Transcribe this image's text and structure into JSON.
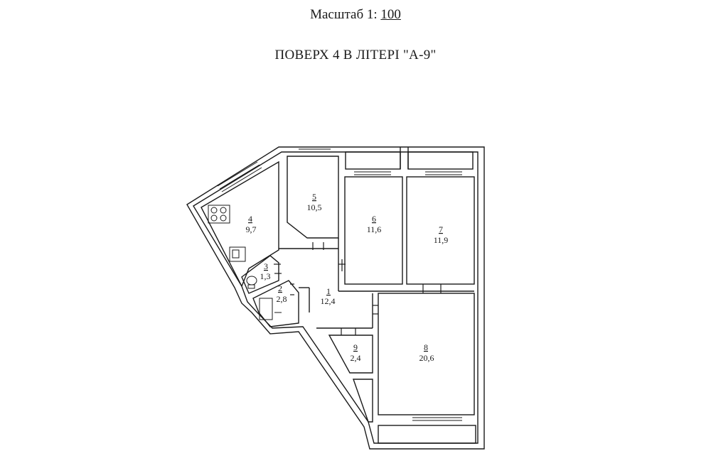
{
  "scale": {
    "label": "Масштаб 1:",
    "value": "100"
  },
  "floor_title": "ПОВЕРХ 4 В ЛІТЕРІ \"А-9\"",
  "rooms": [
    {
      "number": "1",
      "area": "12,4"
    },
    {
      "number": "2",
      "area": "2,8"
    },
    {
      "number": "3",
      "area": "1,3"
    },
    {
      "number": "4",
      "area": "9,7"
    },
    {
      "number": "5",
      "area": "10,5"
    },
    {
      "number": "6",
      "area": "11,6"
    },
    {
      "number": "7",
      "area": "11,9"
    },
    {
      "number": "8",
      "area": "20,6"
    },
    {
      "number": "9",
      "area": "2,4"
    }
  ],
  "colors": {
    "line": "#1a1a1a",
    "paper": "#ffffff"
  }
}
